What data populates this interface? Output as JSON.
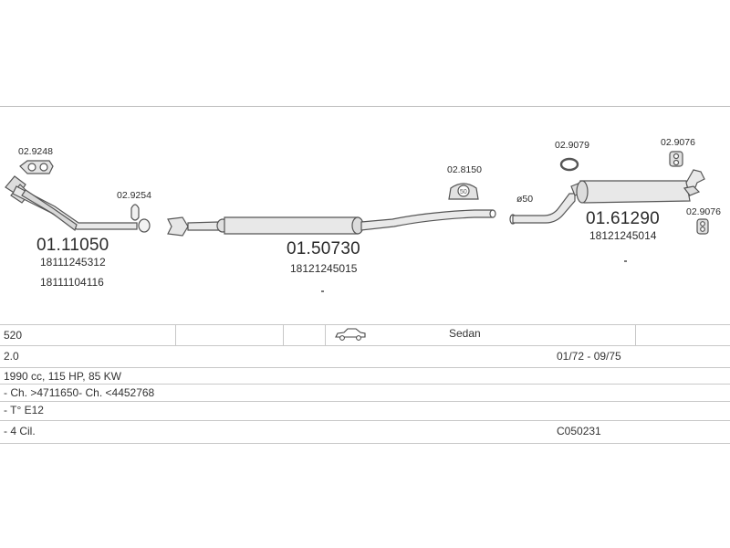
{
  "parts": {
    "manifold_gasket": "02.9248",
    "front_ring": "02.9254",
    "front_pipe": "01.11050",
    "front_pipe_oem_1": "18111245312",
    "front_pipe_oem_2": "18111104116",
    "middle_silencer": "01.50730",
    "middle_silencer_oem": "18121245015",
    "mid_clamp": "02.8150",
    "rear_rubber": "02.9079",
    "rear_hanger": "02.9076",
    "rear_hanger_2": "02.9076",
    "rear_silencer": "01.61290",
    "rear_silencer_oem": "18121245014",
    "diameter_label": "ø50"
  },
  "vehicle": {
    "model": "520",
    "body": "Sedan",
    "engine": "2.0",
    "date_range": "01/72 - 09/75",
    "specs": "1990 cc, 115 HP, 85 KW",
    "chassis": "- Ch. >4711650- Ch. <4452768",
    "type": "- T° E12",
    "cylinders": "- 4 Cil.",
    "code": "C050231"
  }
}
